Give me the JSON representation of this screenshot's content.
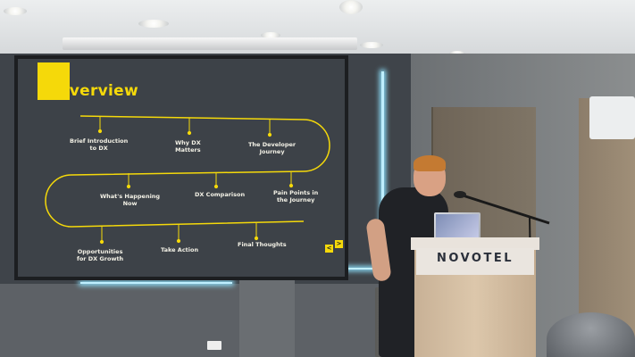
{
  "slide": {
    "title": "Overview",
    "items": [
      "Brief Introduction\nto DX",
      "Why DX\nMatters",
      "The Developer\nJourney",
      "What's Happening\nNow",
      "DX Comparison",
      "Pain Points in\nthe Journey",
      "Opportunities\nfor DX Growth",
      "Take Action",
      "Final Thoughts"
    ],
    "nav_prev": "<",
    "nav_next": ">"
  },
  "podium": {
    "brand": "NOVOTEL"
  },
  "colors": {
    "accent": "#f5d90a",
    "slide_bg": "#3d4248",
    "slide_text": "#f3f1e6"
  }
}
